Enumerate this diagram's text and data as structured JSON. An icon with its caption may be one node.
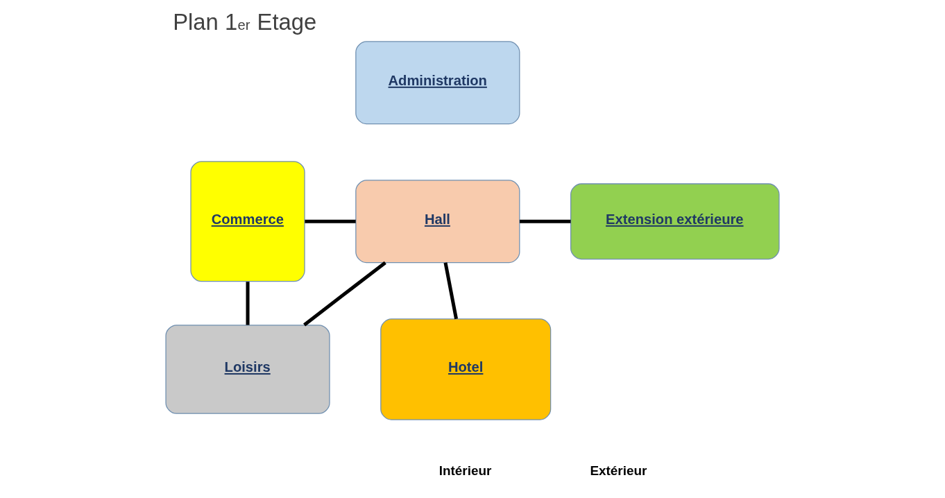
{
  "diagram": {
    "title": "Plan 1$^{er}$ Etage",
    "nodes": [
      {
        "text": [
          "Administration"
        ]
      },
      {
        "text": [
          "Commerce"
        ]
      },
      {
        "text": [
          "Hall"
        ]
      },
      {
        "text": [
          "Extension extérieure"
        ]
      },
      {
        "text": [
          "Loisirs"
        ]
      },
      {
        "text": [
          "Hotel"
        ]
      }
    ],
    "edges": [
      {
        "from": 1,
        "to": 2,
        "arrow": "none"
      },
      {
        "from": 2,
        "to": 3,
        "arrow": "none"
      },
      {
        "from": 1,
        "to": 4,
        "arrow": "none"
      },
      {
        "from": 4,
        "to": 2,
        "arrow": "none"
      },
      {
        "from": 2,
        "to": 5,
        "arrow": "none"
      }
    ],
    "labels": [
      "Intérieur",
      "Extérieur"
    ]
  }
}
